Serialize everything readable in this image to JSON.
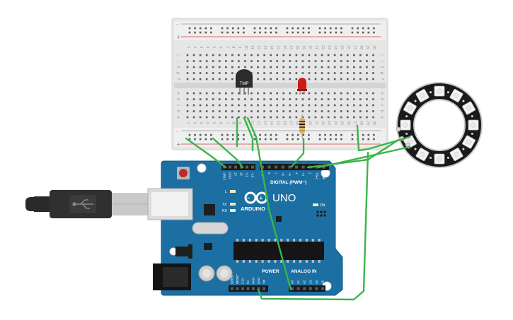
{
  "breadboard": {
    "row_letters_top": [
      "j",
      "i",
      "h",
      "g",
      "f"
    ],
    "row_letters_bottom": [
      "e",
      "d",
      "c",
      "b",
      "a"
    ],
    "column_numbers": [
      "1",
      "2",
      "3",
      "4",
      "5",
      "6",
      "7",
      "8",
      "9",
      "10",
      "11",
      "12",
      "13",
      "14",
      "15",
      "16",
      "17",
      "18",
      "19",
      "20",
      "21",
      "22",
      "23",
      "24",
      "25",
      "26",
      "27",
      "28",
      "29",
      "30"
    ],
    "rail_plus": "+",
    "rail_minus": "-"
  },
  "components": {
    "sensor_label": "TMP",
    "led_color": "#c81d1d",
    "wire_color": "#3bb54a"
  },
  "arduino": {
    "logo_text": "ARDUINO",
    "model_text": "UNO",
    "digital_label": "DIGITAL (PWM~)",
    "power_label": "POWER",
    "analog_label": "ANALOG IN",
    "on_label": "ON",
    "l_label": "L",
    "tx_label": "TX",
    "rx_label": "RX",
    "top_pins": [
      "AREF",
      "GND",
      "13",
      "12",
      "~11",
      "~10",
      "~9",
      "8",
      "7",
      "~6",
      "~5",
      "4",
      "~3",
      "2",
      "TX▸1",
      "RX◂0"
    ],
    "power_pins": [
      "IOREF",
      "RESET",
      "3.3V",
      "5V",
      "GND",
      "GND",
      "Vin"
    ],
    "analog_pins": [
      "A0",
      "A1",
      "A2",
      "A3",
      "A4",
      "A5"
    ],
    "board_color": "#1c6fa3"
  },
  "neopixel": {
    "ring_color": "#1a1a1a"
  }
}
